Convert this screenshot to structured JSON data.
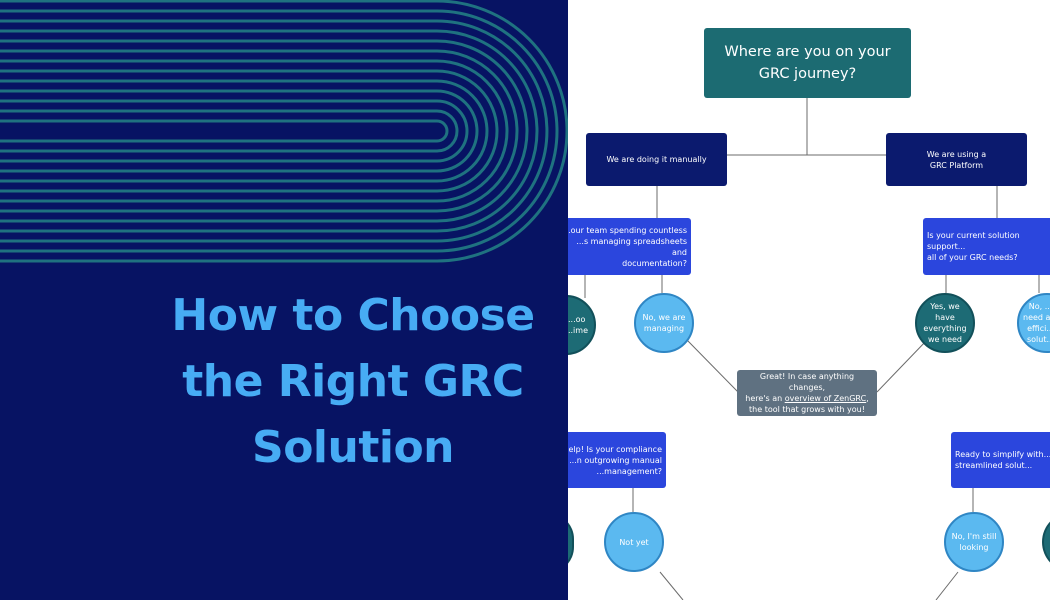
{
  "title": {
    "line1": "How to Choose",
    "line2": "the Right GRC",
    "line3": "Solution"
  },
  "colors": {
    "left_background": "#071363",
    "title": "#47acf4",
    "stripes": "#1f7280",
    "root_box": "#1c6b72",
    "navy_box": "#0b1a6e",
    "question_box": "#2b46dd",
    "answer_box": "#5f7181",
    "light_circle": "#5bb9f0",
    "teal_circle": "#1d6b75"
  },
  "flowchart": {
    "root": {
      "line1": "Where are you on your",
      "line2": "GRC journey?"
    },
    "manual": {
      "text": "We are doing it manually"
    },
    "platform": {
      "line1": "We are using a",
      "line2": "GRC Platform"
    },
    "q_spreadsheets": {
      "line1": "...our team spending countless",
      "line2": "...s managing spreadsheets and",
      "line3": "documentation?"
    },
    "q_support": {
      "line1": "Is your current solution support...",
      "line2": "all of your GRC needs?"
    },
    "c_too_time": {
      "line1": "...oo",
      "line2": "...ime"
    },
    "c_managing": {
      "line1": "No, we are",
      "line2": "managing"
    },
    "c_yes": {
      "line1": "Yes, we",
      "line2": "have",
      "line3": "everything",
      "line4": "we need"
    },
    "c_no_need": {
      "line1": "No, ...",
      "line2": "need a...",
      "line3": "effici...",
      "line4": "solut..."
    },
    "answer": {
      "line1": "Great! In case anything changes,",
      "line2a": "here's an ",
      "link": "overview of ZenGRC",
      "line2b": ",",
      "line3": "the tool that grows with you!"
    },
    "q_outgrowing": {
      "line1": "...elp! Is your compliance",
      "line2": "...n outgrowing manual",
      "line3": "...management?"
    },
    "q_ready": {
      "line1": "Ready to simplify with...",
      "line2": "streamlined solut..."
    },
    "c_not_yet": {
      "text": "Not yet"
    },
    "c_still_looking": {
      "line1": "No, I'm still",
      "line2": "looking"
    }
  }
}
